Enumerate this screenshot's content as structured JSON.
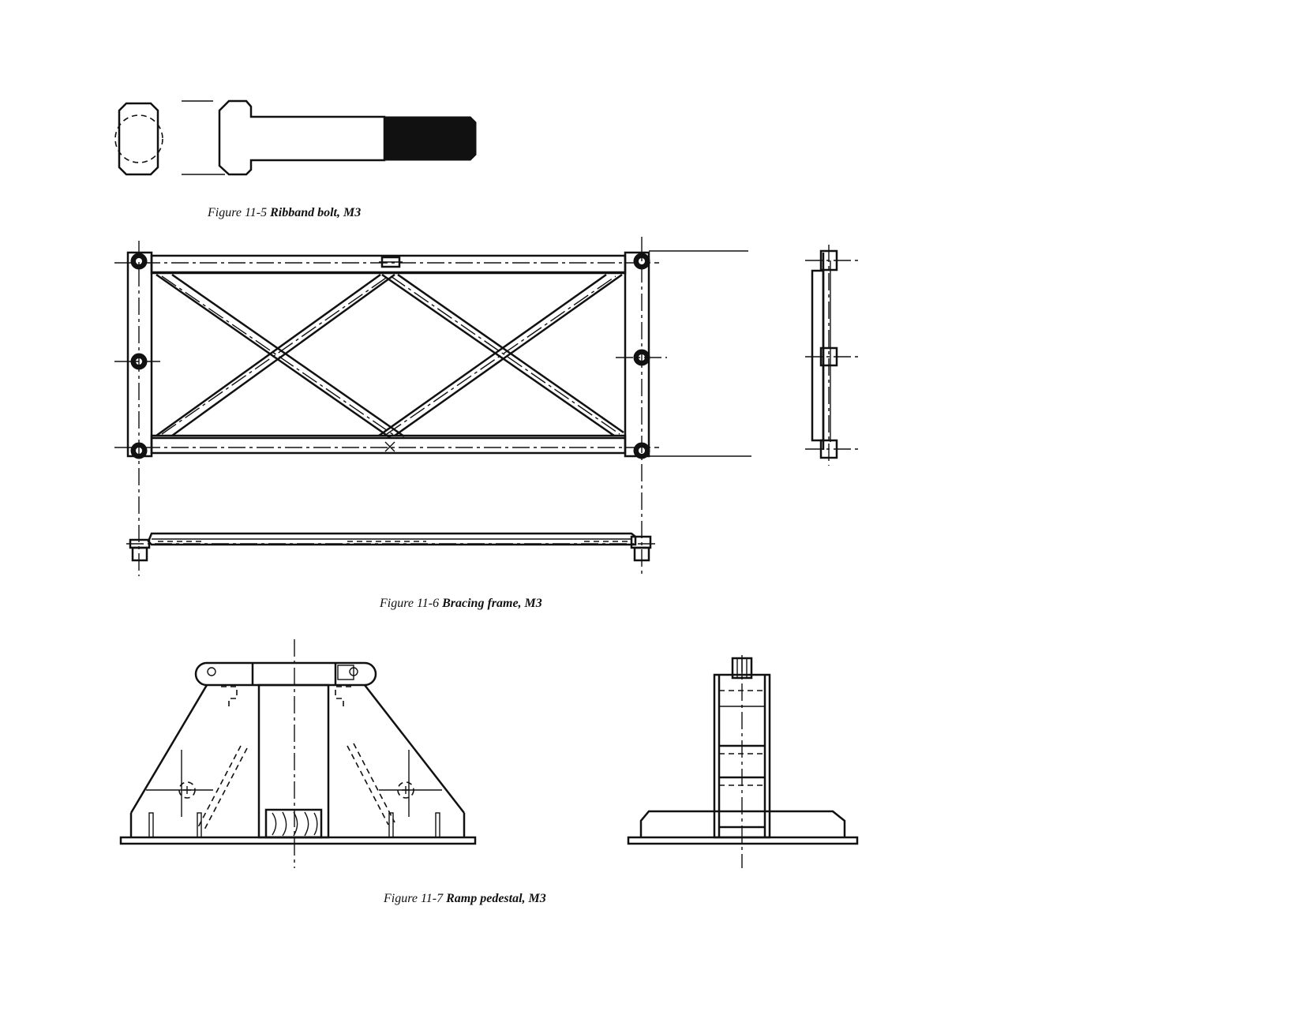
{
  "figures": [
    {
      "number": "Figure 11-5",
      "title": "Ribband bolt, M3"
    },
    {
      "number": "Figure 11-6",
      "title": "Bracing frame, M3"
    },
    {
      "number": "Figure 11-7",
      "title": "Ramp pedestal, M3"
    }
  ]
}
